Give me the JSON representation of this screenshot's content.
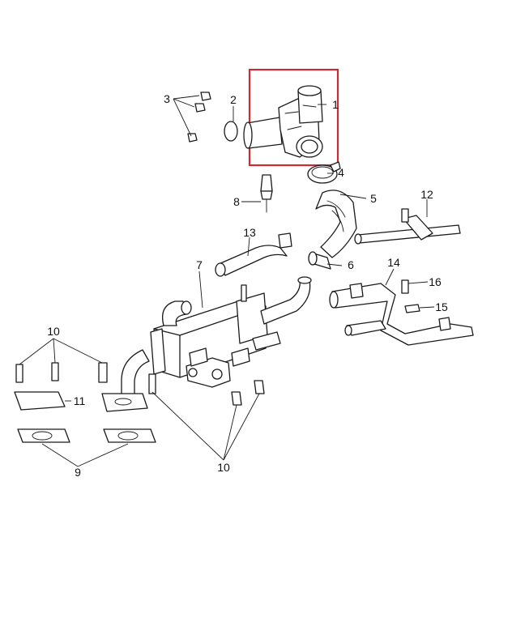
{
  "colors": {
    "highlight": "#cc2b35",
    "line": "#1a1a1a"
  },
  "callouts": {
    "c1": "1",
    "c2": "2",
    "c3": "3",
    "c4": "4",
    "c5": "5",
    "c6": "6",
    "c7": "7",
    "c8": "8",
    "c9": "9",
    "c10a": "10",
    "c10b": "10",
    "c11": "11",
    "c12": "12",
    "c13": "13",
    "c14": "14",
    "c15": "15",
    "c16": "16"
  }
}
